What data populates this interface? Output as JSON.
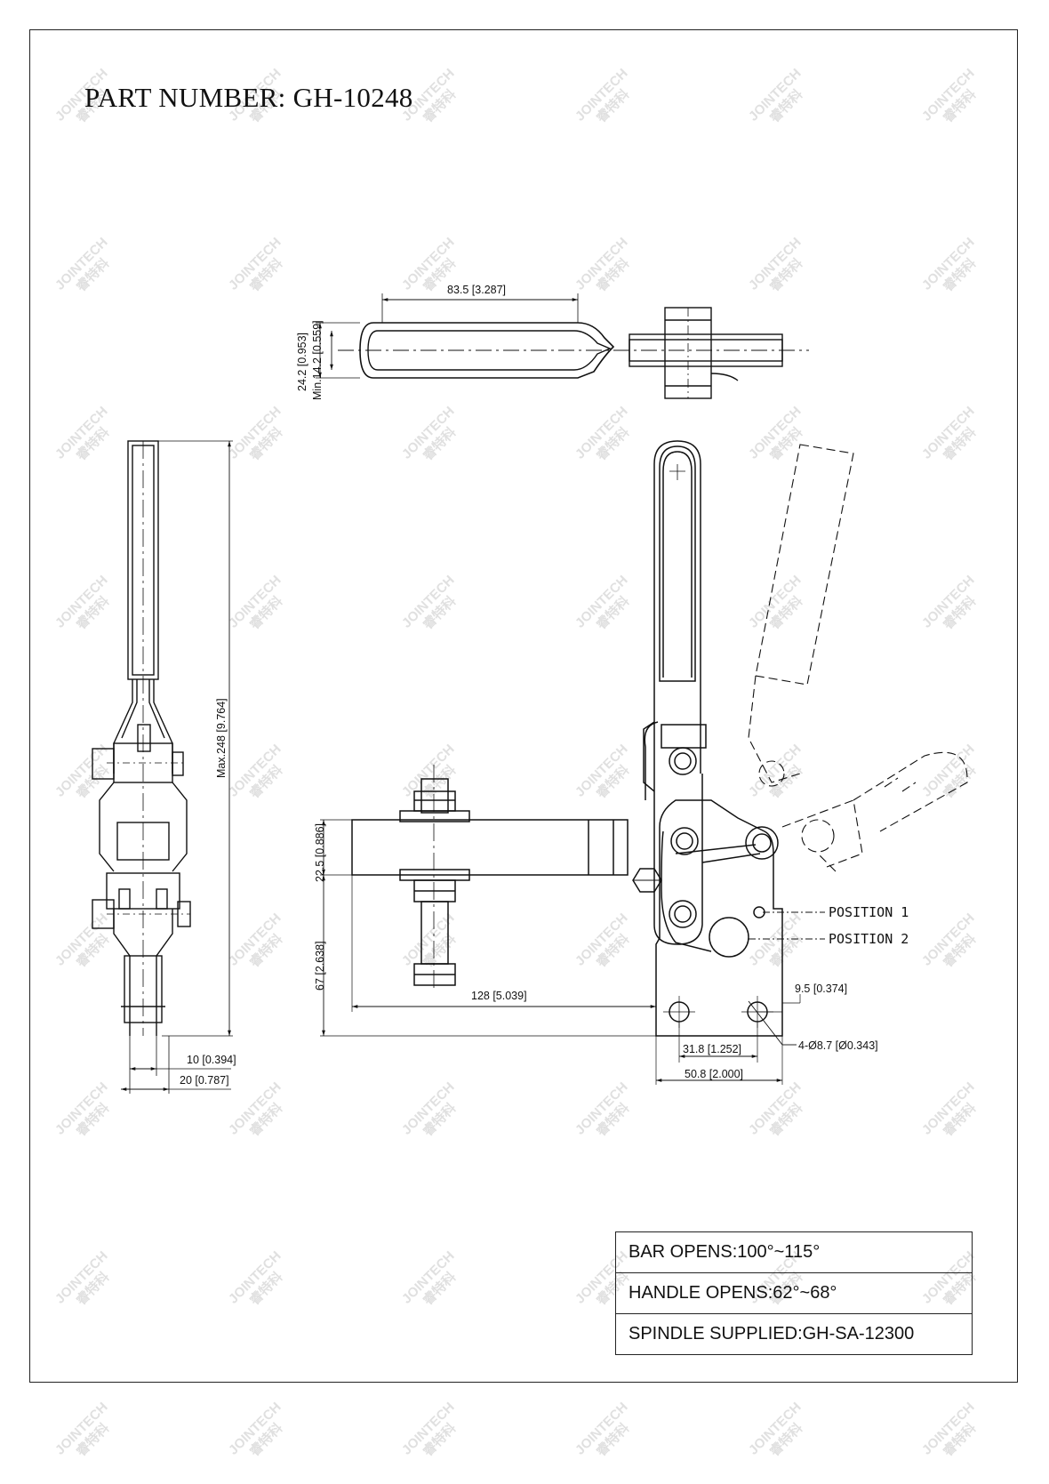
{
  "header": {
    "part_number": "PART NUMBER:  GH-10248"
  },
  "watermark": {
    "brand": "JOINTECH",
    "subtext": "睿特科"
  },
  "dimensions": {
    "top_length": "83.5 [3.287]",
    "top_width": "24.2 [0.953]",
    "top_min": "Min.14.2 [0.559]",
    "max_height": "Max.248 [9.764]",
    "side_10": "10 [0.394]",
    "side_20": "20 [0.787]",
    "bar_thickness": "22.5 [0.886]",
    "base_height": "67 [2.638]",
    "reach": "128 [5.039]",
    "hole_offset": "9.5 [0.374]",
    "holes": "4-Ø8.7 [Ø0.343]",
    "hole_spacing": "31.8 [1.252]",
    "base_width": "50.8 [2.000]"
  },
  "callouts": {
    "position1": "POSITION  1",
    "position2": "POSITION  2"
  },
  "specs": [
    "BAR OPENS:100°~115°",
    "HANDLE OPENS:62°~68°",
    "SPINDLE SUPPLIED:GH-SA-12300"
  ]
}
